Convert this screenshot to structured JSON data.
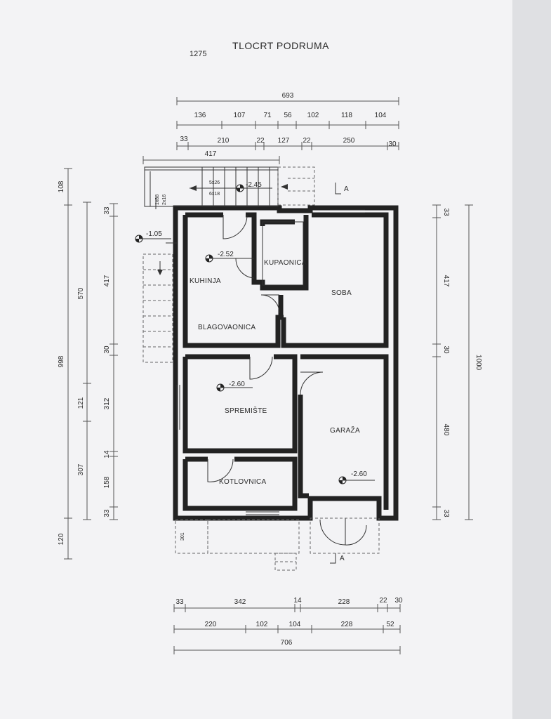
{
  "title": "TLOCRT PODRUMA",
  "top_dims": {
    "total": "693",
    "row1": [
      "136",
      "107",
      "71",
      "56",
      "102",
      "118",
      "104"
    ],
    "row2": [
      "33",
      "210",
      "22",
      "127",
      "22",
      "250",
      "30"
    ],
    "left_span": "417"
  },
  "bottom_dims": {
    "row1": [
      "33",
      "342",
      "14",
      "228",
      "22",
      "30"
    ],
    "row2": [
      "220",
      "102",
      "104",
      "228",
      "52"
    ],
    "total": "706"
  },
  "left_dims": {
    "outer": [
      "108",
      "998",
      "120"
    ],
    "middle": [
      "570",
      "121",
      "307"
    ],
    "inner": [
      "33",
      "417",
      "30",
      "312",
      "14",
      "158",
      "33"
    ]
  },
  "right_dims": {
    "inner": [
      "33",
      "417",
      "30",
      "480",
      "33"
    ],
    "total": "1000"
  },
  "rooms": {
    "kuhinja": "KUHINJA",
    "kupaonica": "KUPAONICA",
    "soba": "SOBA",
    "blagovaonica": "BLAGOVAONICA",
    "spremiste": "SPREMIŠTE",
    "garaza": "GARAŽA",
    "kotlovnica": "KOTLOVNICA"
  },
  "levels": {
    "stair": "-2.45",
    "kuhinja": "-2.52",
    "entry": "-1.05",
    "spremiste": "-2.60",
    "garaza": "-2.60"
  },
  "stairs": {
    "a1": "5x26",
    "a2": "6x18",
    "b1": "1x88",
    "b2": "2x16"
  },
  "section": {
    "top": "A",
    "bottom": "A"
  },
  "stamp": "1275"
}
